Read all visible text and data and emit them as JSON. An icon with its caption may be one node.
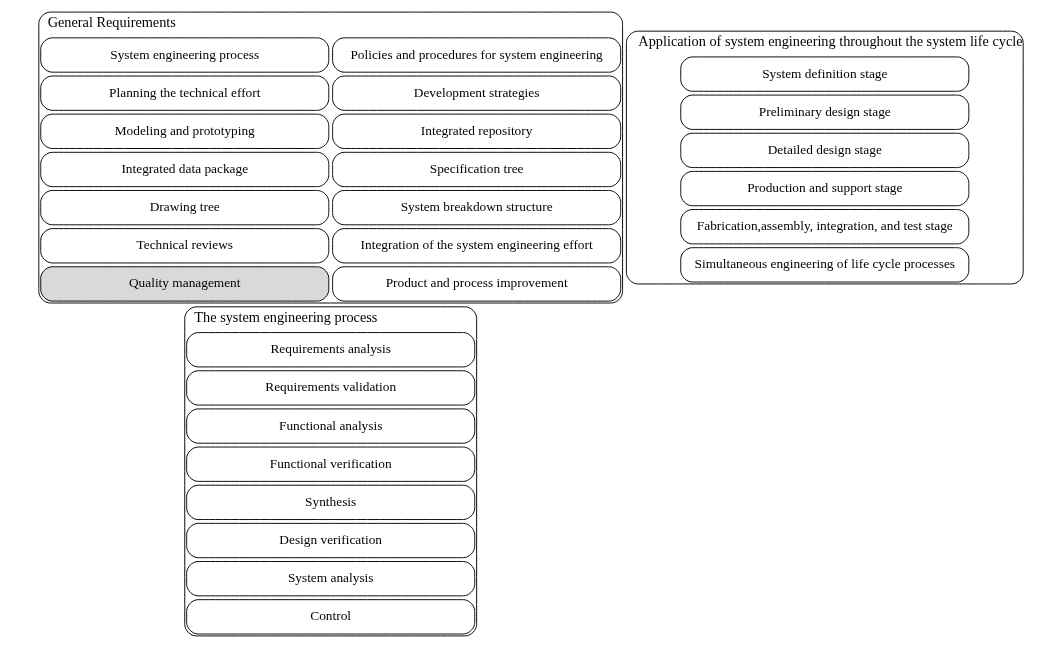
{
  "diagram": {
    "nodes": [
      {
        "text": [
          "General Requirements"
        ]
      },
      {
        "text": [
          "System engineering process"
        ],
        "in": 0
      },
      {
        "text": [
          "Policies and procedures for system engineering"
        ],
        "in": 0
      },
      {
        "text": [
          "Planning the technical effort"
        ],
        "in": 0
      },
      {
        "text": [
          "Development strategies"
        ],
        "in": 0
      },
      {
        "text": [
          "Modeling and prototyping"
        ],
        "in": 0
      },
      {
        "text": [
          "Integrated repository"
        ],
        "in": 0
      },
      {
        "text": [
          "Integrated data package"
        ],
        "in": 0
      },
      {
        "text": [
          "Specification tree"
        ],
        "in": 0
      },
      {
        "text": [
          "Drawing tree"
        ],
        "in": 0
      },
      {
        "text": [
          "System breakdown structure"
        ],
        "in": 0
      },
      {
        "text": [
          "Technical reviews"
        ],
        "in": 0
      },
      {
        "text": [
          "Integration of the system engineering effort"
        ],
        "in": 0
      },
      {
        "text": [
          "Quality management"
        ],
        "in": 0
      },
      {
        "text": [
          "Product and process improvement"
        ],
        "in": 0
      },
      {
        "text": [
          "Application of system engineering throughout the system life cycle"
        ]
      },
      {
        "text": [
          "System definition stage"
        ],
        "in": 15
      },
      {
        "text": [
          "Preliminary design stage"
        ],
        "in": 15
      },
      {
        "text": [
          "Detailed design stage"
        ],
        "in": 15
      },
      {
        "text": [
          "Production and support stage"
        ],
        "in": 15
      },
      {
        "text": [
          "Fabrication,assembly, integration, and test stage"
        ],
        "in": 15
      },
      {
        "text": [
          "Simultaneous engineering of life cycle processes"
        ],
        "in": 15
      },
      {
        "text": [
          "The system engineering process"
        ]
      },
      {
        "text": [
          "Requirements analysis"
        ],
        "in": 22
      },
      {
        "text": [
          "Requirements validation"
        ],
        "in": 22
      },
      {
        "text": [
          "Functional analysis"
        ],
        "in": 22
      },
      {
        "text": [
          "Functional verification"
        ],
        "in": 22
      },
      {
        "text": [
          "Synthesis"
        ],
        "in": 22
      },
      {
        "text": [
          "Design verification"
        ],
        "in": 22
      },
      {
        "text": [
          "System analysis"
        ],
        "in": 22
      },
      {
        "text": [
          "Control"
        ],
        "in": 22
      }
    ]
  }
}
